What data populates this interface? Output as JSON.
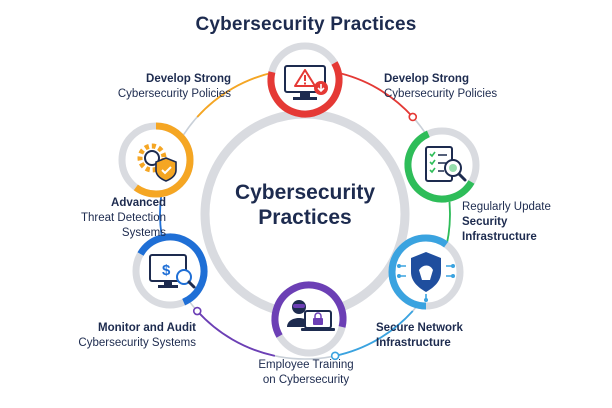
{
  "title": "Cybersecurity Practices",
  "center": {
    "line1": "Cybersecurity",
    "line2": "Practices"
  },
  "colors": {
    "red": "#e53935",
    "green": "#2ebd59",
    "blue_light": "#3aa3e0",
    "purple": "#6c3fb5",
    "blue": "#1f6fd6",
    "orange": "#f5a623",
    "gray_ring": "#d9dbe0",
    "navy": "#1d2b4f"
  },
  "items": [
    {
      "key": "top",
      "color": "red",
      "icon": "warning-monitor-icon",
      "progress": 0.62,
      "label_bold": "Develop Strong",
      "label_normal": "Cybersecurity Policies"
    },
    {
      "key": "right-upper",
      "color": "green",
      "icon": "checklist-magnifier-icon",
      "progress": 0.6,
      "label_bold": "Regularly Update",
      "label_bold2": "Security",
      "label_bold3": "Infrastructure"
    },
    {
      "key": "right-lower",
      "color": "blue_light",
      "icon": "shield-network-icon",
      "progress": 0.6,
      "label_bold": "Secure Network",
      "label_bold2": "Infrastructure"
    },
    {
      "key": "bottom",
      "color": "purple",
      "icon": "hacker-laptop-icon",
      "progress": 0.62,
      "label_normal": "Employee Training",
      "label_normal2": "on Cybersecurity"
    },
    {
      "key": "left-lower",
      "color": "blue",
      "icon": "dollar-monitor-icon",
      "progress": 0.6,
      "label_bold": "Monitor and Audit",
      "label_normal": "Cybersecurity Systems"
    },
    {
      "key": "left-upper",
      "color": "orange",
      "icon": "gear-shield-icon",
      "progress": 0.6,
      "label_bold": "Advanced",
      "label_normal": "Threat Detection",
      "label_normal2": "Systems"
    }
  ],
  "top_left_label": {
    "label_bold": "Develop Strong",
    "label_normal": "Cybersecurity Policies"
  }
}
